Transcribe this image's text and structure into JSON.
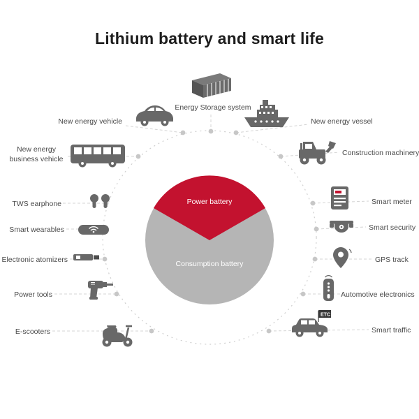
{
  "title": "Lithium battery and smart life",
  "center": {
    "power_label": "Power battery",
    "consumption_label": "Consumption battery"
  },
  "item_top": {
    "label": "Energy Storage system",
    "icon": "container-icon"
  },
  "items_left": [
    {
      "label": "New energy vehicle",
      "icon": "car-icon"
    },
    {
      "label": "New energy business vehicle",
      "icon": "bus-icon"
    },
    {
      "label": "TWS earphone",
      "icon": "earbuds-icon"
    },
    {
      "label": "Smart wearables",
      "icon": "wristband-icon"
    },
    {
      "label": "Electronic atomizers",
      "icon": "atomizer-icon"
    },
    {
      "label": "Power tools",
      "icon": "drill-icon"
    },
    {
      "label": "E-scooters",
      "icon": "scooter-icon"
    }
  ],
  "items_right": [
    {
      "label": "New energy vessel",
      "icon": "ship-icon"
    },
    {
      "label": "Construction machinery",
      "icon": "loader-icon"
    },
    {
      "label": "Smart meter",
      "icon": "meter-icon"
    },
    {
      "label": "Smart security",
      "icon": "camera-icon"
    },
    {
      "label": "GPS track",
      "icon": "gps-pin-icon"
    },
    {
      "label": "Automotive electronics",
      "icon": "device-icon"
    },
    {
      "label": "Smart traffic",
      "icon": "etc-car-icon"
    }
  ],
  "etc_flag": "ETC",
  "colors": {
    "power_red": "#c3122f",
    "consumption_gray": "#b5b5b5",
    "icon_gray": "#686868",
    "line_gray": "#d4d4d4",
    "text_gray": "#4a4a4a",
    "title_dark": "#1d1d1d"
  }
}
